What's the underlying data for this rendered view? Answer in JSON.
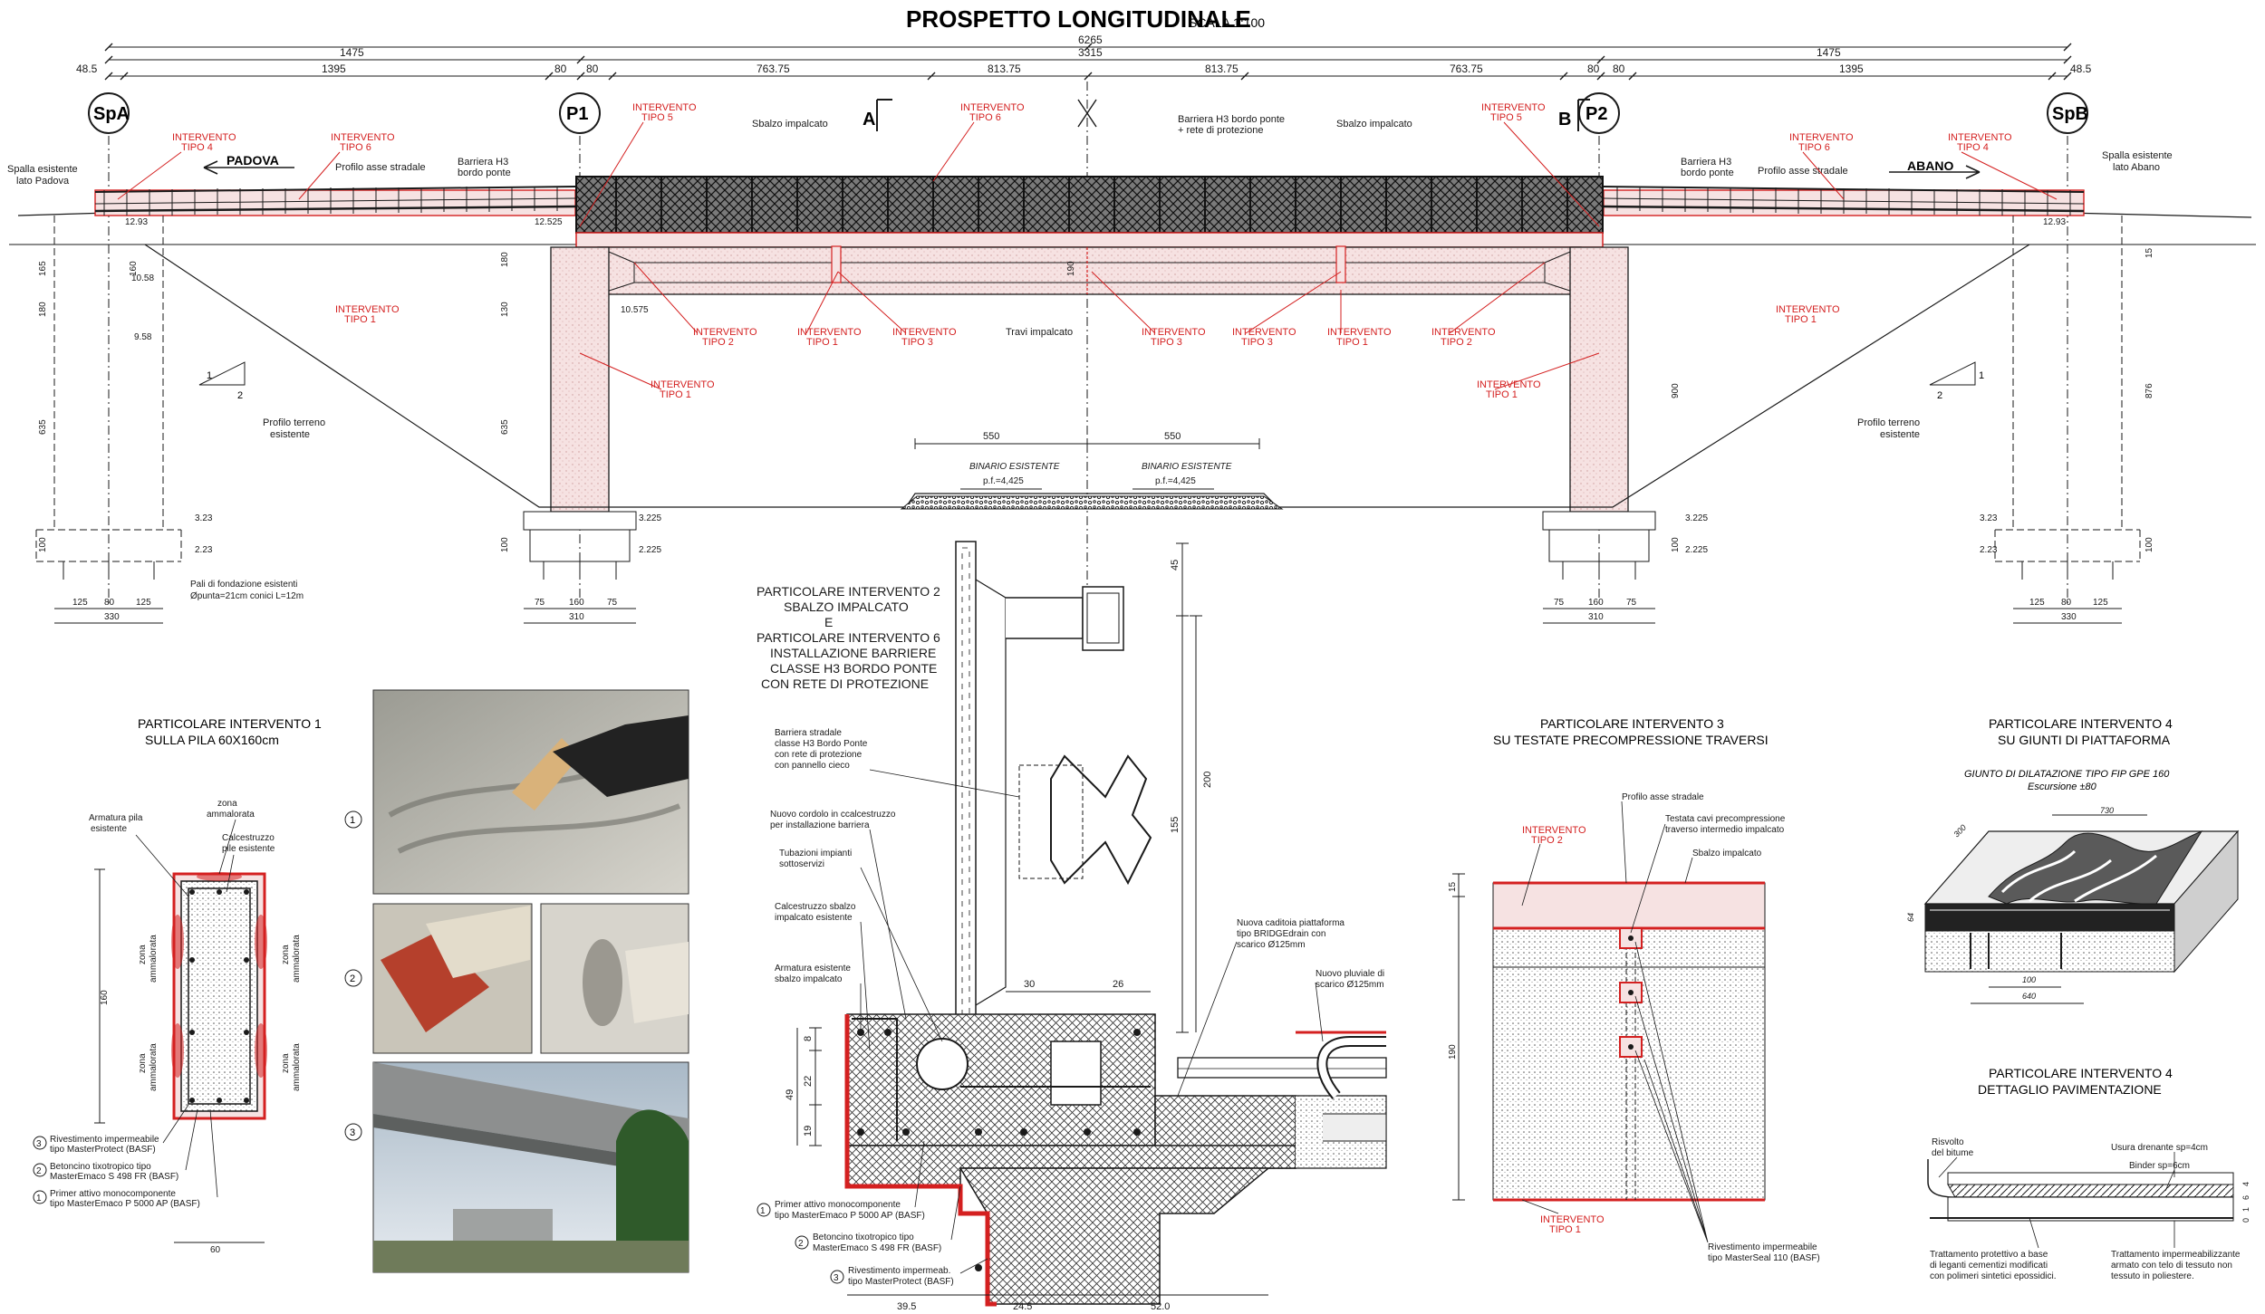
{
  "header": {
    "title": "PROSPETTO LONGITUDINALE",
    "scale": "SCALA 1:100"
  },
  "colors": {
    "red": "#d42020",
    "line": "#1a1a1a",
    "fill": "#f6e2e2"
  },
  "elevation": {
    "supports": [
      "SpA",
      "P1",
      "P2",
      "SpB"
    ],
    "sections": [
      "A",
      "B"
    ],
    "dims_total": "6265",
    "dims_top": [
      "1475",
      "3315",
      "1475"
    ],
    "dims_row": [
      "48.5",
      "1395",
      "80",
      "80",
      "763.75",
      "813.75",
      "813.75",
      "763.75",
      "80",
      "80",
      "1395",
      "48.5"
    ],
    "directions": [
      "PADOVA",
      "ABANO"
    ],
    "labels": {
      "spalla_left": [
        "Spalla esistente",
        "lato Padova"
      ],
      "spalla_right": [
        "Spalla esistente",
        "lato Abano"
      ],
      "profilo_asse": "Profilo asse stradale",
      "barriera_h3": [
        "Barriera H3",
        "bordo ponte"
      ],
      "sbalzo": "Sbalzo impalcato",
      "barriera_center": [
        "Barriera H3 bordo ponte",
        "+ rete di protezione"
      ],
      "travi": "Travi impalcato",
      "profilo_terreno": [
        "Profilo terreno",
        "esistente"
      ],
      "binario": "BINARIO ESISTENTE",
      "pf": "p.f.=4,425",
      "pali": [
        "Pali di fondazione esistenti",
        "Øpunta=21cm conici L=12m"
      ]
    },
    "interventions": {
      "tipo1": [
        "INTERVENTO",
        "TIPO 1"
      ],
      "tipo2": [
        "INTERVENTO",
        "TIPO 2"
      ],
      "tipo3": [
        "INTERVENTO",
        "TIPO 3"
      ],
      "tipo4": [
        "INTERVENTO",
        "TIPO 4"
      ],
      "tipo5": [
        "INTERVENTO",
        "TIPO 5"
      ],
      "tipo6": [
        "INTERVENTO",
        "TIPO 6"
      ]
    },
    "values": {
      "lv_1293": "12.93",
      "lv_12525": "12.525",
      "lv_1058": "10.58",
      "lv_958": "9.58",
      "lv_10575": "10.575",
      "lv_323": "3.23",
      "lv_223": "2.23",
      "lv_3225": "3.225",
      "lv_2225": "2.225",
      "d_165": "165",
      "d_180": "180",
      "d_635": "635",
      "d_100": "100",
      "d_160": "160",
      "d_130": "130",
      "d_190": "190",
      "d_900": "900",
      "d_876": "876",
      "d_15": "15",
      "d_550": "550",
      "d_125": "125",
      "d_80": "80",
      "d_330": "330",
      "d_75": "75",
      "d_310": "310",
      "slope_1": "1",
      "slope_2": "2"
    }
  },
  "detail_1": {
    "title": [
      "PARTICOLARE INTERVENTO 1",
      "SULLA PILA 60X160cm"
    ],
    "labels": {
      "armatura": [
        "Armatura pila",
        "esistente"
      ],
      "zona": [
        "zona",
        "ammalorata"
      ],
      "cls": [
        "Calcestruzzo",
        "pile esistente"
      ]
    },
    "dims": {
      "h": "160",
      "w": "60"
    },
    "legend": [
      {
        "n": "3",
        "lines": [
          "Rivestimento impermeabile",
          "tipo MasterProtect (BASF)"
        ]
      },
      {
        "n": "2",
        "lines": [
          "Betoncino tixotropico tipo",
          "MasterEmaco S 498 FR (BASF)"
        ]
      },
      {
        "n": "1",
        "lines": [
          "Primer attivo monocomponente",
          "tipo MasterEmaco P 5000 AP (BASF)"
        ]
      }
    ],
    "photos": [
      "1",
      "2",
      "3"
    ]
  },
  "detail_2": {
    "title": [
      "PARTICOLARE INTERVENTO 2",
      "SBALZO IMPALCATO",
      "E",
      "PARTICOLARE INTERVENTO 6",
      "INSTALLAZIONE BARRIERE",
      "CLASSE H3 BORDO PONTE",
      "CON RETE DI PROTEZIONE"
    ],
    "labels": {
      "barriera": [
        "Barriera stradale",
        "classe H3 Bordo Ponte",
        "con rete di protezione",
        "con pannello cieco"
      ],
      "cordolo": [
        "Nuovo cordolo in ccalcestruzzo",
        "per installazione barriera"
      ],
      "tubazioni": [
        "Tubazioni impianti",
        "sottoservizi"
      ],
      "cls_sbalzo": [
        "Calcestruzzo sbalzo",
        "impalcato esistente"
      ],
      "armatura": [
        "Armatura esistente",
        "sbalzo impalcato"
      ],
      "caditoia": [
        "Nuova caditoia piattaforma",
        "tipo BRIDGEdrain con",
        "scarico Ø125mm"
      ],
      "pluviale": [
        "Nuovo pluviale di",
        "scarico Ø125mm"
      ]
    },
    "dims": {
      "d45": "45",
      "d200": "200",
      "d155": "155",
      "d30": "30",
      "d26": "26",
      "d8": "8",
      "d22": "22",
      "d49": "49",
      "d19": "19",
      "b395": "39.5",
      "b245": "24.5",
      "b520": "52.0"
    },
    "legend": [
      {
        "n": "1",
        "lines": [
          "Primer attivo monocomponente",
          "tipo MasterEmaco P 5000 AP (BASF)"
        ]
      },
      {
        "n": "2",
        "lines": [
          "Betoncino tixotropico tipo",
          "MasterEmaco S 498 FR (BASF)"
        ]
      },
      {
        "n": "3",
        "lines": [
          "Rivestimento impermeab.",
          "tipo MasterProtect (BASF)"
        ]
      }
    ]
  },
  "detail_3": {
    "title": [
      "PARTICOLARE INTERVENTO 3",
      "SU TESTATE PRECOMPRESSIONE TRAVERSI"
    ],
    "labels": {
      "profilo": "Profilo asse stradale",
      "testata": [
        "Testata cavi precompressione",
        "traverso intermedio impalcato"
      ],
      "sbalzo": "Sbalzo impalcato",
      "rivestimento": [
        "Rivestimento impermeabile",
        "tipo MasterSeal 110 (BASF)"
      ]
    },
    "dims": {
      "d15": "15",
      "d190": "190"
    }
  },
  "detail_4a": {
    "title": [
      "PARTICOLARE INTERVENTO 4",
      "SU GIUNTI DI PIATTAFORMA"
    ],
    "subtitle": [
      "GIUNTO DI DILATAZIONE TIPO FIP GPE 160",
      "Escursione ±80"
    ],
    "dims": {
      "d730": "730",
      "d300": "300",
      "d64": "64",
      "d100": "100",
      "d640": "640"
    }
  },
  "detail_4b": {
    "title": [
      "PARTICOLARE INTERVENTO 4",
      "DETTAGLIO PAVIMENTAZIONE"
    ],
    "labels": {
      "risvolto": [
        "Risvolto",
        "del bitume"
      ],
      "usura": "Usura drenante sp=4cm",
      "binder": "Binder sp=6cm",
      "trattamento_l": [
        "Trattamento protettivo a base",
        "di leganti cementizi modificati",
        "con polimeri sintetici epossidici."
      ],
      "trattamento_r": [
        "Trattamento impermeabilizzante",
        "armato con telo di tessuto non",
        "tessuto in poliestere."
      ]
    },
    "dims": [
      "4",
      "6",
      "1",
      "0"
    ]
  }
}
